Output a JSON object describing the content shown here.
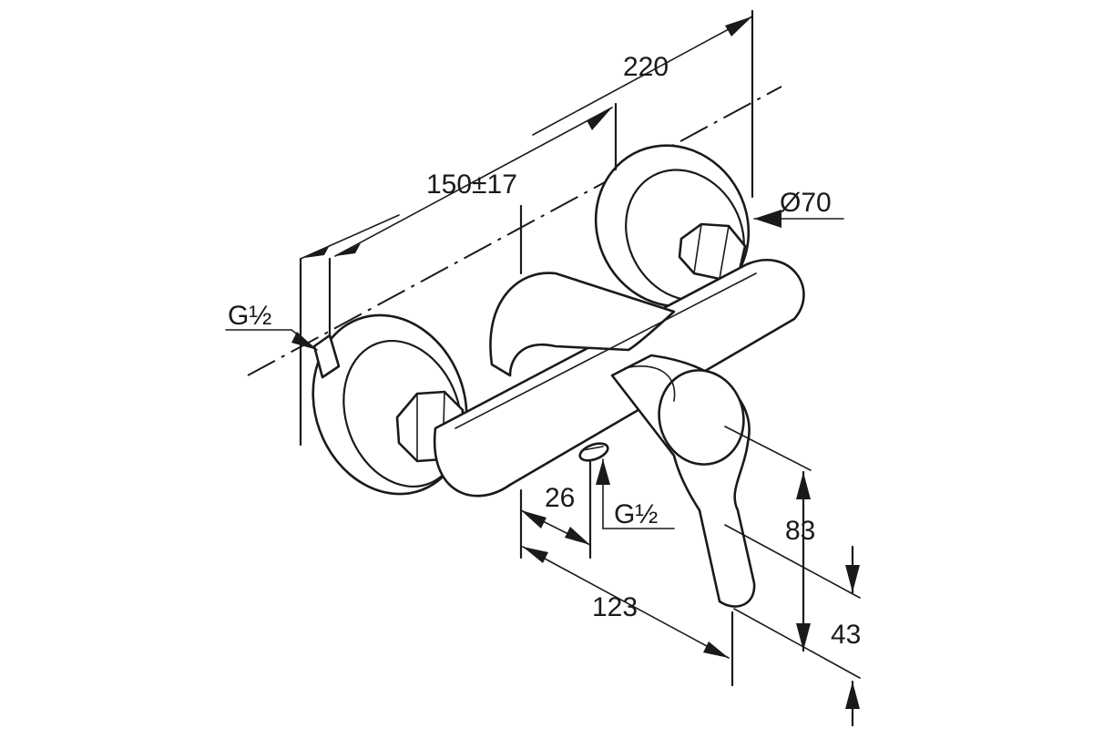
{
  "dimensions": {
    "overall_width": "220",
    "center_distance": "150±17",
    "rosette_diameter": "Ø70",
    "inlet_thread": "G½",
    "outlet_thread": "G½",
    "outlet_offset": "26",
    "projection": "123",
    "lever_height": "83",
    "outlet_height": "43"
  }
}
